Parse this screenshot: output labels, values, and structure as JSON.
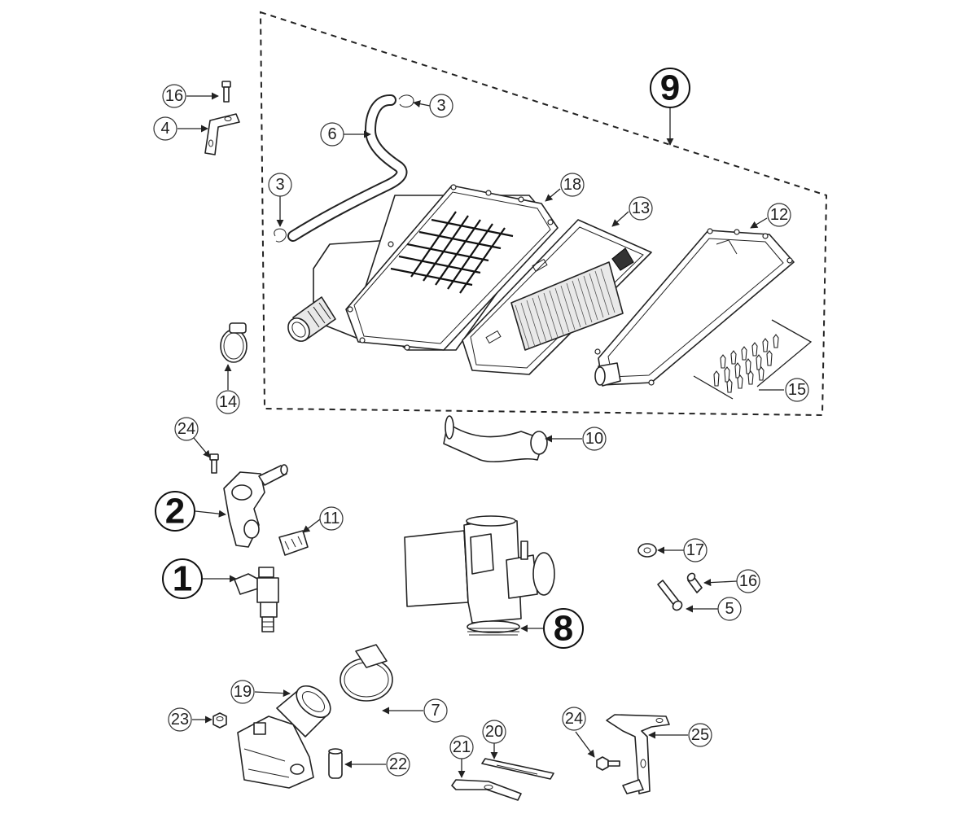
{
  "callouts": {
    "c1": "1",
    "c2": "2",
    "c3a": "3",
    "c3b": "3",
    "c4": "4",
    "c5": "5",
    "c6": "6",
    "c7": "7",
    "c8": "8",
    "c9": "9",
    "c10": "10",
    "c11": "11",
    "c12": "12",
    "c13": "13",
    "c14": "14",
    "c15": "15",
    "c16a": "16",
    "c16b": "16",
    "c17": "17",
    "c18": "18",
    "c19": "19",
    "c20": "20",
    "c21": "21",
    "c22": "22",
    "c23": "23",
    "c24a": "24",
    "c24b": "24",
    "c25": "25"
  }
}
